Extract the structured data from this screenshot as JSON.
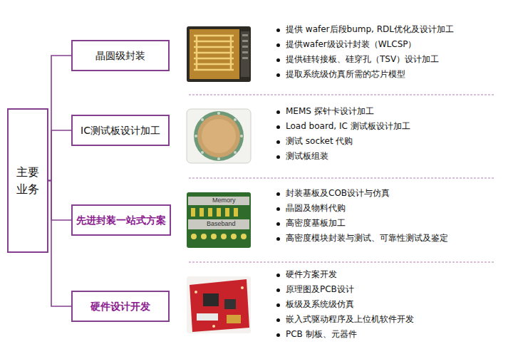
{
  "diagram": {
    "nodes": [
      {
        "text": [
          "主要 业务"
        ]
      },
      {
        "text": [
          "晶圆级封装"
        ]
      },
      {
        "text": [
          "IC测试板设计加工"
        ]
      },
      {
        "text": [
          "先进封装一站式方案"
        ]
      },
      {
        "text": [
          "硬件设计开发"
        ]
      }
    ],
    "edges": [
      {
        "from": 0,
        "to": 1,
        "arrow": "none"
      },
      {
        "from": 0,
        "to": 2,
        "arrow": "none"
      },
      {
        "from": 0,
        "to": 3,
        "arrow": "none"
      },
      {
        "from": 0,
        "to": 4,
        "arrow": "none"
      }
    ],
    "labels": [
      "提供 wafer后段bump, RDL优化及设计加工",
      "提供wafer级设计封装（WLCSP）",
      "提供硅转接板、硅穿孔（TSV）设计加工",
      "提取系统级仿真所需的芯片模型",
      "MEMS 探针卡设计加工",
      "Load board, IC 测试板设计加工",
      "测试 socket 代购",
      "测试板组装",
      "封装基板及COB设计与仿真",
      "晶圆及物料代购",
      "高密度基板加工",
      "高密度模块封装与测试、可靠性测试及鉴定",
      "硬件方案开发",
      "原理图及PCB设计",
      "板级及系统级仿真",
      "嵌入式驱动程序及上位机软件开发",
      "PCB 制板、元器件",
      "Memory",
      "Baseband"
    ]
  }
}
